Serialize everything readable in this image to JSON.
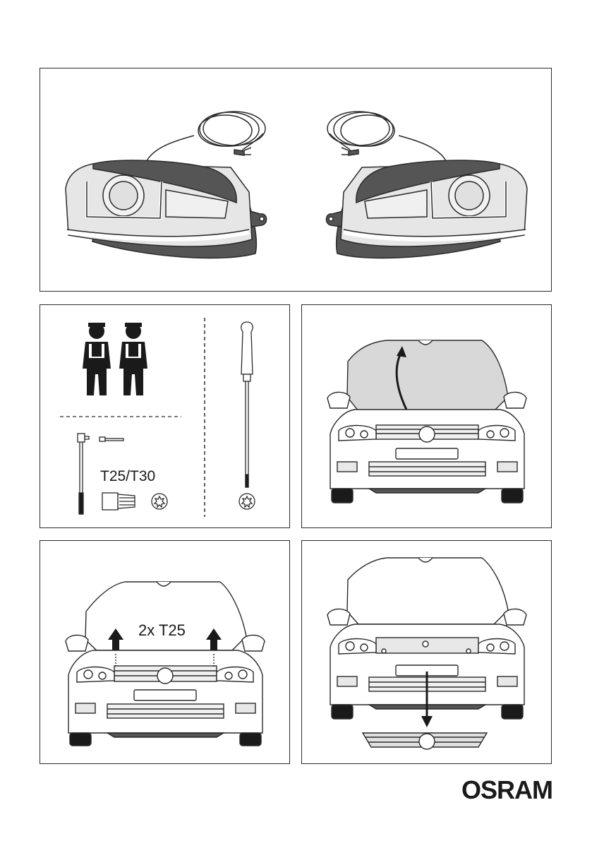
{
  "tools": {
    "bit_sizes": "T25/T30"
  },
  "step_hood": {
    "bolt_callout": "2x T25"
  },
  "brand": {
    "logo_text": "OSRAM"
  },
  "colors": {
    "line": "#2a2a2a",
    "dark_fill": "#555555",
    "light_fill": "#d8d8d8",
    "housing_fill": "#e6e6e6"
  }
}
